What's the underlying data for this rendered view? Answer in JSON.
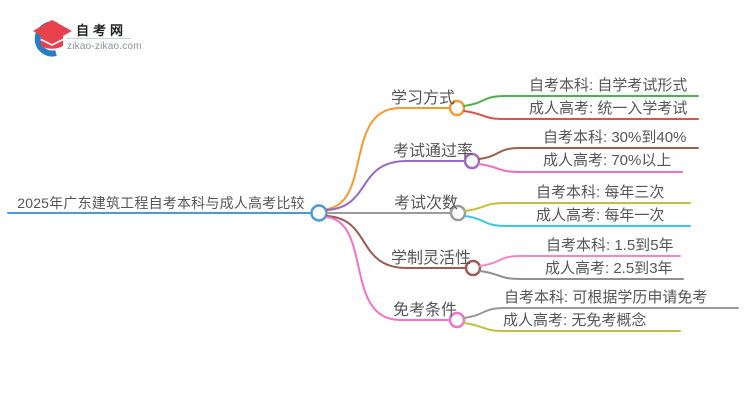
{
  "logo": {
    "site_name": "自考网",
    "site_url": "zikao-zikao.com",
    "icon": "graduation-cap-in-blue-crescent",
    "cap_color": "#e8404d",
    "crescent_color": "#2b7cc4"
  },
  "mindmap": {
    "root": {
      "label": "2025年广东建筑工程自考本科与成人高考比较",
      "color": "#4a9ad8"
    },
    "branches": [
      {
        "label": "学习方式",
        "color": "#f59a33",
        "children": [
          {
            "label": "自考本科: 自学考试形式",
            "color": "#4fae4f"
          },
          {
            "label": "成人高考: 统一入学考试",
            "color": "#df4f4c"
          }
        ]
      },
      {
        "label": "考试通过率",
        "color": "#9a6ac0",
        "children": [
          {
            "label": "自考本科: 30%到40%",
            "color": "#9c5f49"
          },
          {
            "label": "成人高考: 70%以上",
            "color": "#f06fc5"
          }
        ]
      },
      {
        "label": "考试次数",
        "color": "#9b9b9b",
        "children": [
          {
            "label": "自考本科: 每年三次",
            "color": "#c3bf3e"
          },
          {
            "label": "成人高考: 每年一次",
            "color": "#3bc8de"
          }
        ]
      },
      {
        "label": "学制灵活性",
        "color": "#9b5b50",
        "children": [
          {
            "label": "自考本科: 1.5到5年",
            "color": "#f485c6"
          },
          {
            "label": "成人高考: 2.5到3年",
            "color": "#8f8f8f"
          }
        ]
      },
      {
        "label": "免考条件",
        "color": "#f173c7",
        "children": [
          {
            "label": "自考本科: 可根据学历申请免考",
            "color": "#999999"
          },
          {
            "label": "成人高考: 无免考概念",
            "color": "#c3bf3e"
          }
        ]
      }
    ]
  }
}
